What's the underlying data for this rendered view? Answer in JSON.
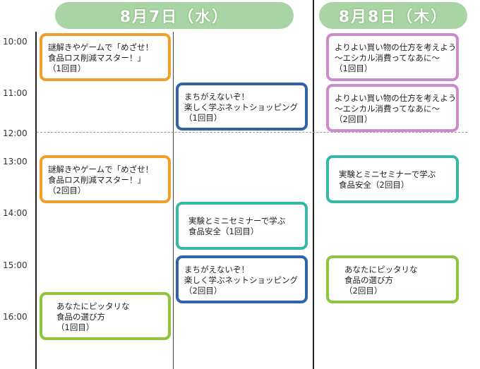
{
  "days": [
    {
      "label": "8月7日（水）"
    },
    {
      "label": "8月8日（木）"
    }
  ],
  "times": [
    "10:00",
    "11:00",
    "12:00",
    "13:00",
    "14:00",
    "15:00",
    "16:00"
  ],
  "sessions": [
    {
      "lines": [
        "謎解きやゲームで「めざせ！",
        "食品ロス削減マスター！」",
        "（1回目）"
      ]
    },
    {
      "lines": [
        "まちがえないぞ！",
        "楽しく学ぶネットショッピング",
        "（1回目）"
      ]
    },
    {
      "lines": [
        "謎解きやゲームで「めざせ！",
        "食品ロス削減マスター！」",
        "（2回目）"
      ]
    },
    {
      "lines": [
        "実験とミニセミナーで学ぶ",
        "食品安全（1回目）"
      ]
    },
    {
      "lines": [
        "まちがえないぞ！",
        "楽しく学ぶネットショッピング",
        "（2回目）"
      ]
    },
    {
      "lines": [
        "あなたにピッタリな",
        "食品の選び方",
        "（1回目）"
      ]
    },
    {
      "lines": [
        "よりよい買い物の仕方を考えよう",
        "～エシカル消費ってなあに～",
        "（1回目）"
      ]
    },
    {
      "lines": [
        "よりよい買い物の仕方を考えよう",
        "～エシカル消費ってなあに～",
        "（2回目）"
      ]
    },
    {
      "lines": [
        "実験とミニセミナーで学ぶ",
        "食品安全（2回目）"
      ]
    },
    {
      "lines": [
        "あなたにピッタリな",
        "食品の選び方",
        "（2回目）"
      ]
    }
  ],
  "colors": {
    "header_bg": "#a9d4a3",
    "orange": "#f0a028",
    "blue": "#2f64a8",
    "teal": "#3ab8a6",
    "green": "#8cc63e",
    "purple": "#cc8ccc"
  }
}
